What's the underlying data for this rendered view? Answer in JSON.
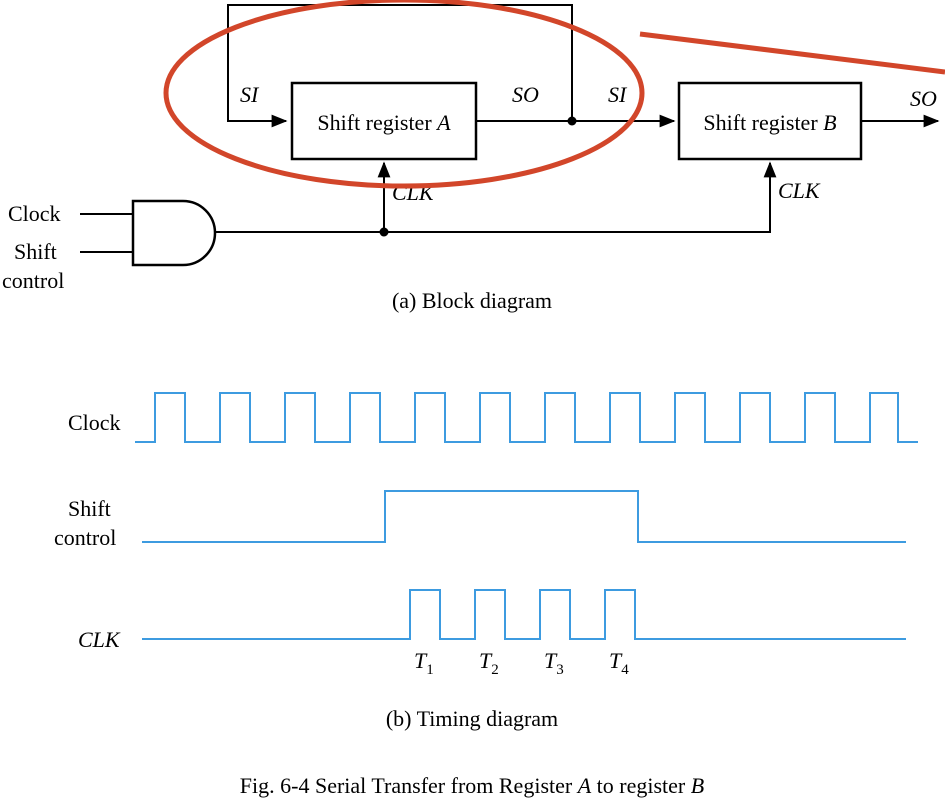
{
  "block_diagram": {
    "register_a": {
      "name": "Shift register ",
      "letter": "A"
    },
    "register_b": {
      "name": "Shift register ",
      "letter": "B"
    },
    "si_a": "SI",
    "so_a": "SO",
    "si_b": "SI",
    "so_b": "SO",
    "clk_a": "CLK",
    "clk_b": "CLK",
    "clock_input": "Clock",
    "shift_input_line1": "Shift",
    "shift_input_line2": "control",
    "caption": "(a) Block diagram",
    "highlight_color": "#d2462a"
  },
  "timing_diagram": {
    "clock_label": "Clock",
    "shift_label_line1": "Shift",
    "shift_label_line2": "control",
    "clk_label": "CLK",
    "pulse_labels": [
      {
        "base": "T",
        "sub": "1"
      },
      {
        "base": "T",
        "sub": "2"
      },
      {
        "base": "T",
        "sub": "3"
      },
      {
        "base": "T",
        "sub": "4"
      }
    ],
    "caption": "(b) Timing diagram",
    "waveform_color": "#3d9be0"
  },
  "figure_caption": {
    "prefix": "Fig. 6-4  Serial Transfer from Register ",
    "a": "A",
    "middle": " to register ",
    "b": "B"
  }
}
